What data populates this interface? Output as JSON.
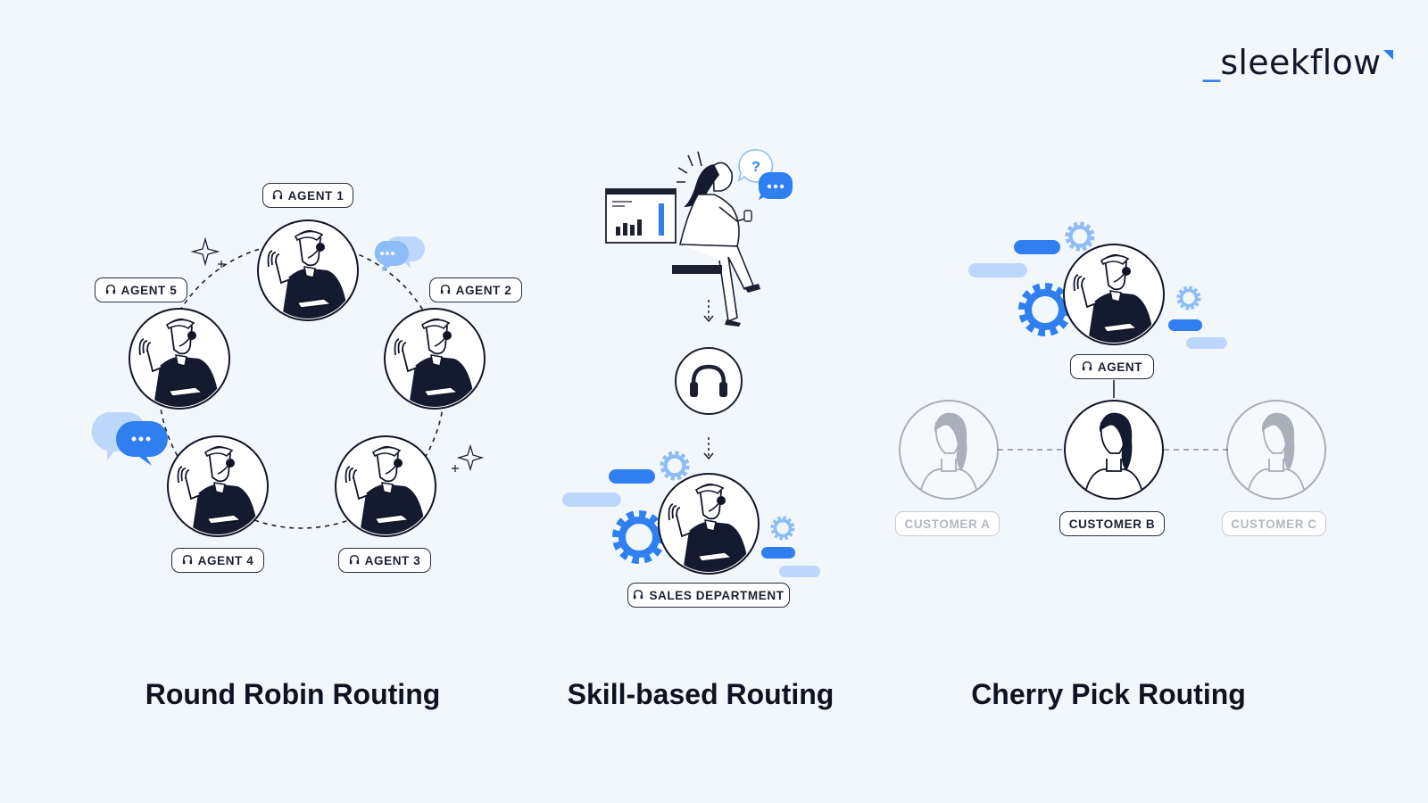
{
  "logo": {
    "prefix": "_",
    "text": "sleekflow"
  },
  "round_robin": {
    "title": "Round Robin Routing",
    "agents": [
      "AGENT 1",
      "AGENT 2",
      "AGENT 3",
      "AGENT 4",
      "AGENT 5"
    ]
  },
  "skill_based": {
    "title": "Skill-based Routing",
    "bubble_question": "?",
    "department": "SALES DEPARTMENT"
  },
  "cherry_pick": {
    "title": "Cherry Pick Routing",
    "agent": "AGENT",
    "customers": [
      "CUSTOMER A",
      "CUSTOMER B",
      "CUSTOMER C"
    ]
  },
  "colors": {
    "accent": "#2f7ff0",
    "accent_light": "#bcd7fb",
    "dark": "#13172b",
    "background": "#f2f7fc"
  }
}
